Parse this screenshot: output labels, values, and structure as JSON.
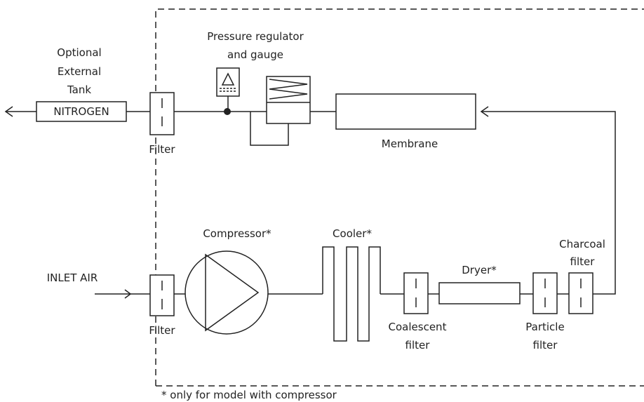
{
  "labels": {
    "optional_line1": "Optional",
    "optional_line2": "External",
    "optional_line3": "Tank",
    "nitrogen": "NITROGEN",
    "filter_top": "Filter",
    "filter_bottom": "Filter",
    "regulator_line1": "Pressure regulator",
    "regulator_line2": "and gauge",
    "membrane": "Membrane",
    "inlet_air": "INLET AIR",
    "compressor": "Compressor*",
    "cooler": "Cooler*",
    "dryer": "Dryer*",
    "coalescent_line1": "Coalescent",
    "coalescent_line2": "filter",
    "particle_line1": "Particle",
    "particle_line2": "filter",
    "charcoal_line1": "Charcoal",
    "charcoal_line2": "filter",
    "footnote": "* only for model with compressor"
  },
  "colors": {
    "line": "#222222",
    "background": "#ffffff"
  }
}
